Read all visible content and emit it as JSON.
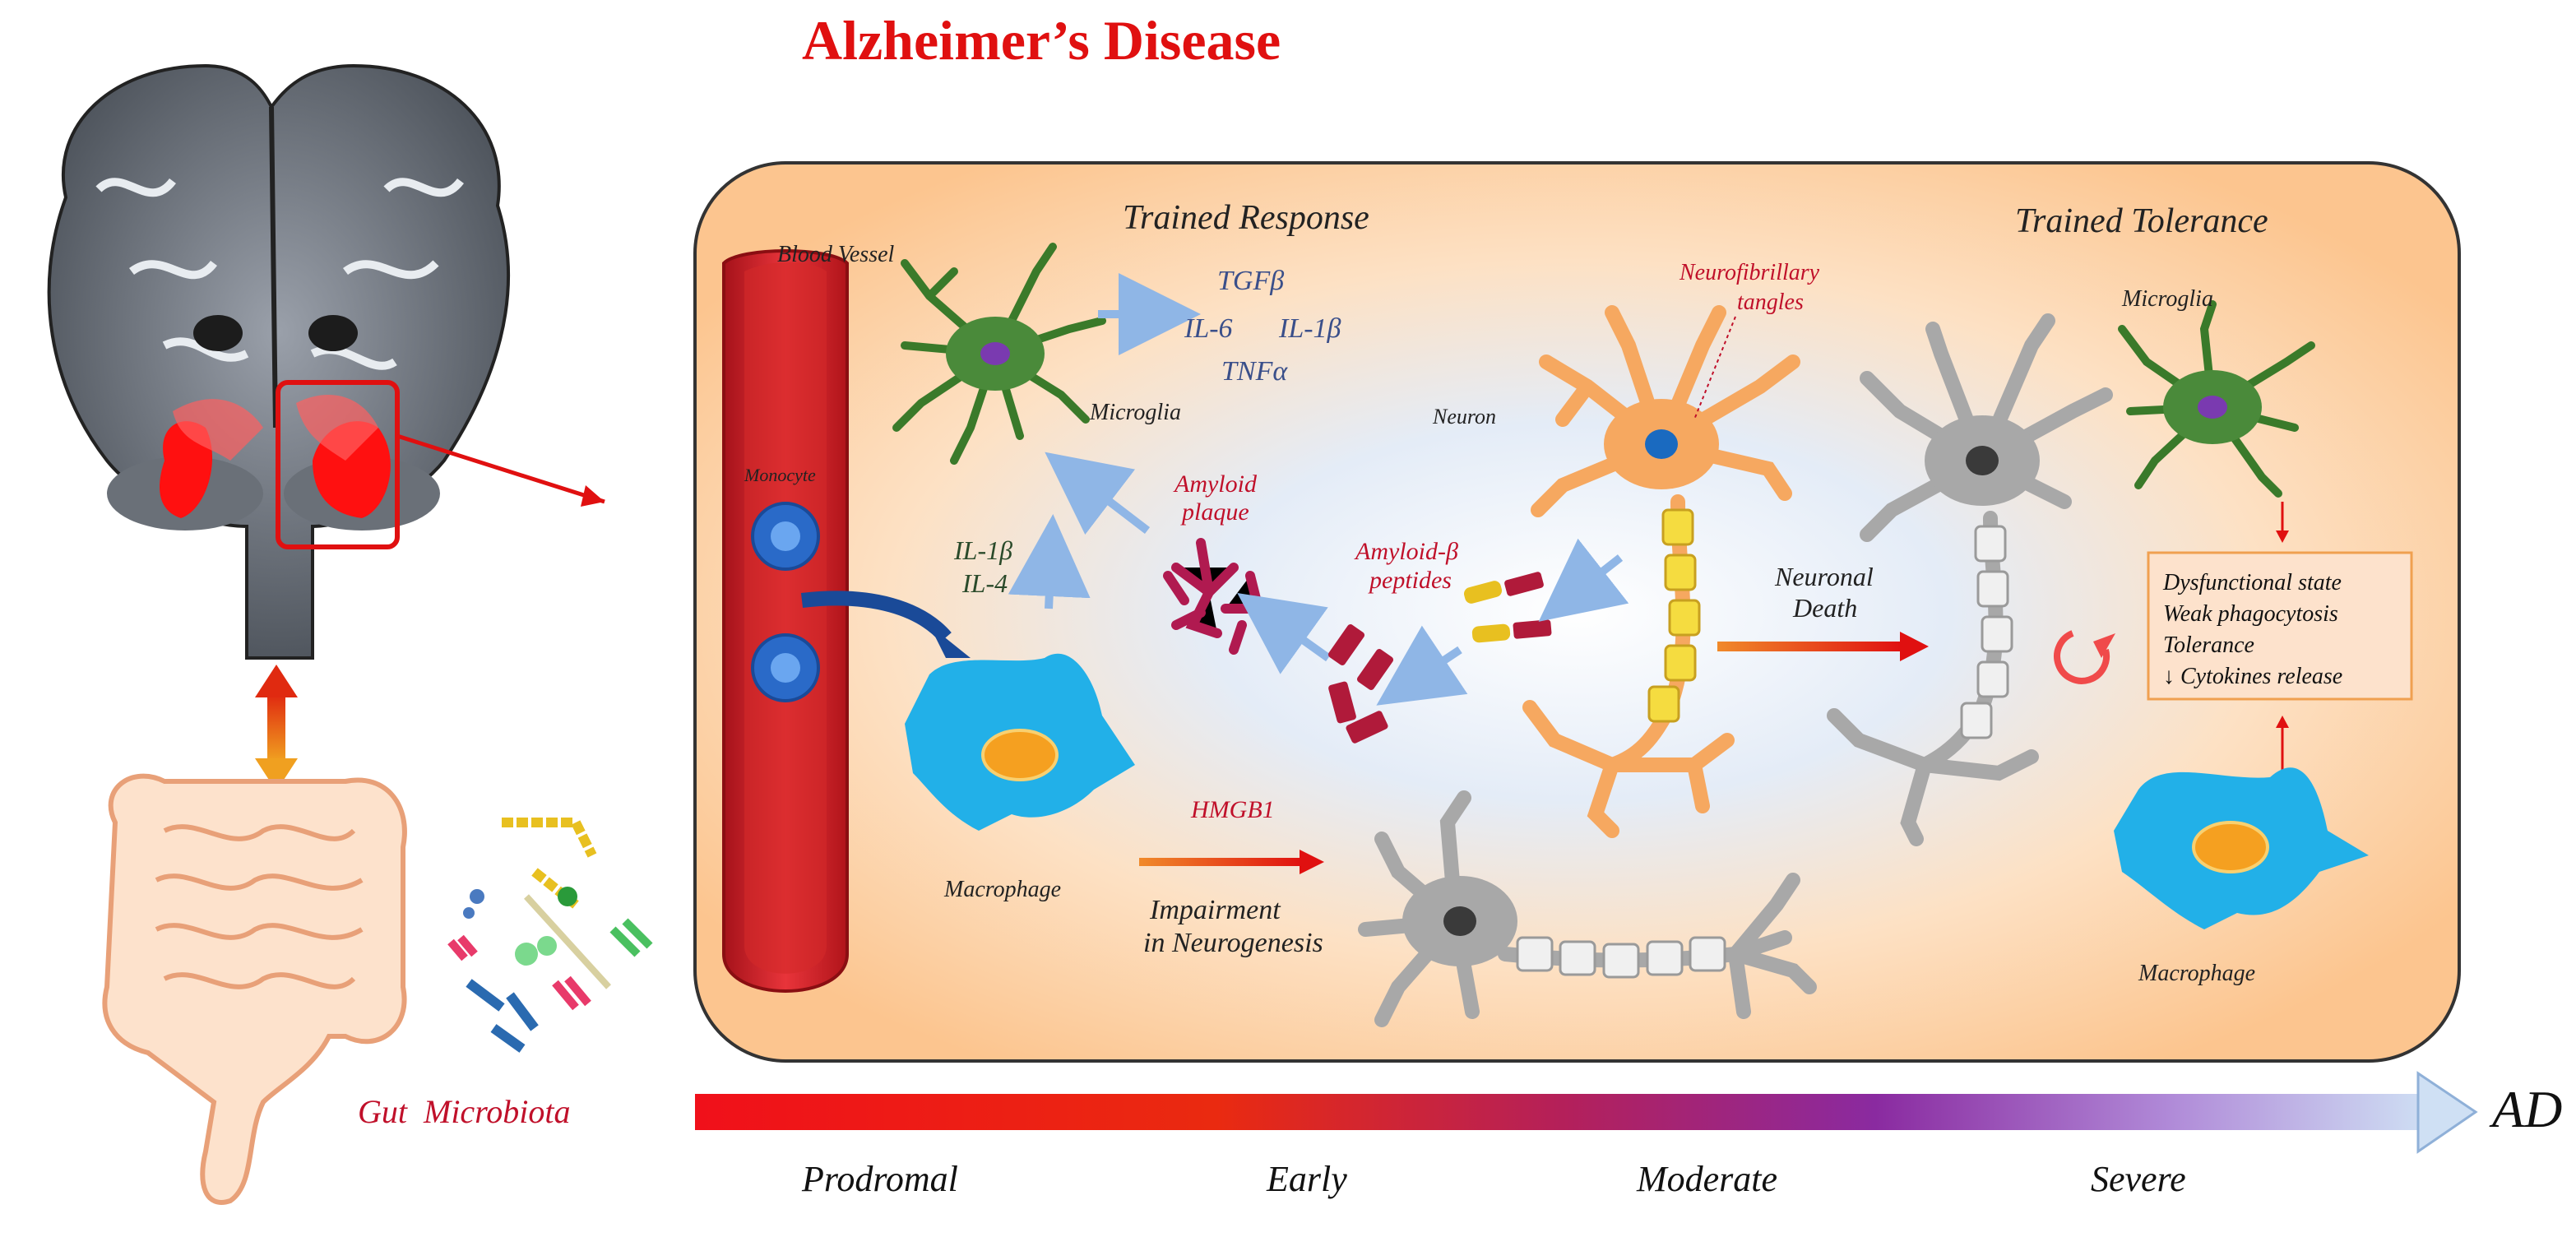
{
  "title": "Alzheimer’s Disease",
  "panel": {
    "trained_response": "Trained Response",
    "trained_tolerance": "Trained Tolerance",
    "blood_vessel": "Blood Vessel",
    "monocyte": "Monocyte",
    "microglia_left": "Microglia",
    "microglia_right": "Microglia",
    "cytokines": [
      "TGFβ",
      "IL-6",
      "IL-1β",
      "TNFα"
    ],
    "il_left": [
      "IL-1β",
      "IL-4"
    ],
    "amyloid_plaque": [
      "Amyloid",
      "plaque"
    ],
    "amyloid_peptides": [
      "Amyloid-β",
      "peptides"
    ],
    "neurofibrillary": [
      "Neurofibrillary",
      "tangles"
    ],
    "neuron": "Neuron",
    "neuronal_death": [
      "Neuronal",
      "Death"
    ],
    "macrophage_left": "Macrophage",
    "macrophage_right": "Macrophage",
    "hmgb1": "HMGB1",
    "impairment": [
      "Impairment",
      "in Neurogenesis"
    ],
    "tolerance_box": [
      "Dysfunctional state",
      "Weak phagocytosis",
      "Tolerance",
      "↓ Cytokines release"
    ]
  },
  "gut_label": "Gut  Microbiota",
  "timeline": {
    "end_label": "AD",
    "stages": [
      "Prodromal",
      "Early",
      "Moderate",
      "Severe"
    ]
  },
  "colors": {
    "title_red": "#e01010",
    "label_red": "#c0102a",
    "cytokine_blue": "#3a4f8a",
    "microglia_green": "#4a8a3a",
    "macrophage_cyan": "#22b0e8",
    "neuron_orange": "#f6a860",
    "panel_fill": "#fcd7b0"
  }
}
